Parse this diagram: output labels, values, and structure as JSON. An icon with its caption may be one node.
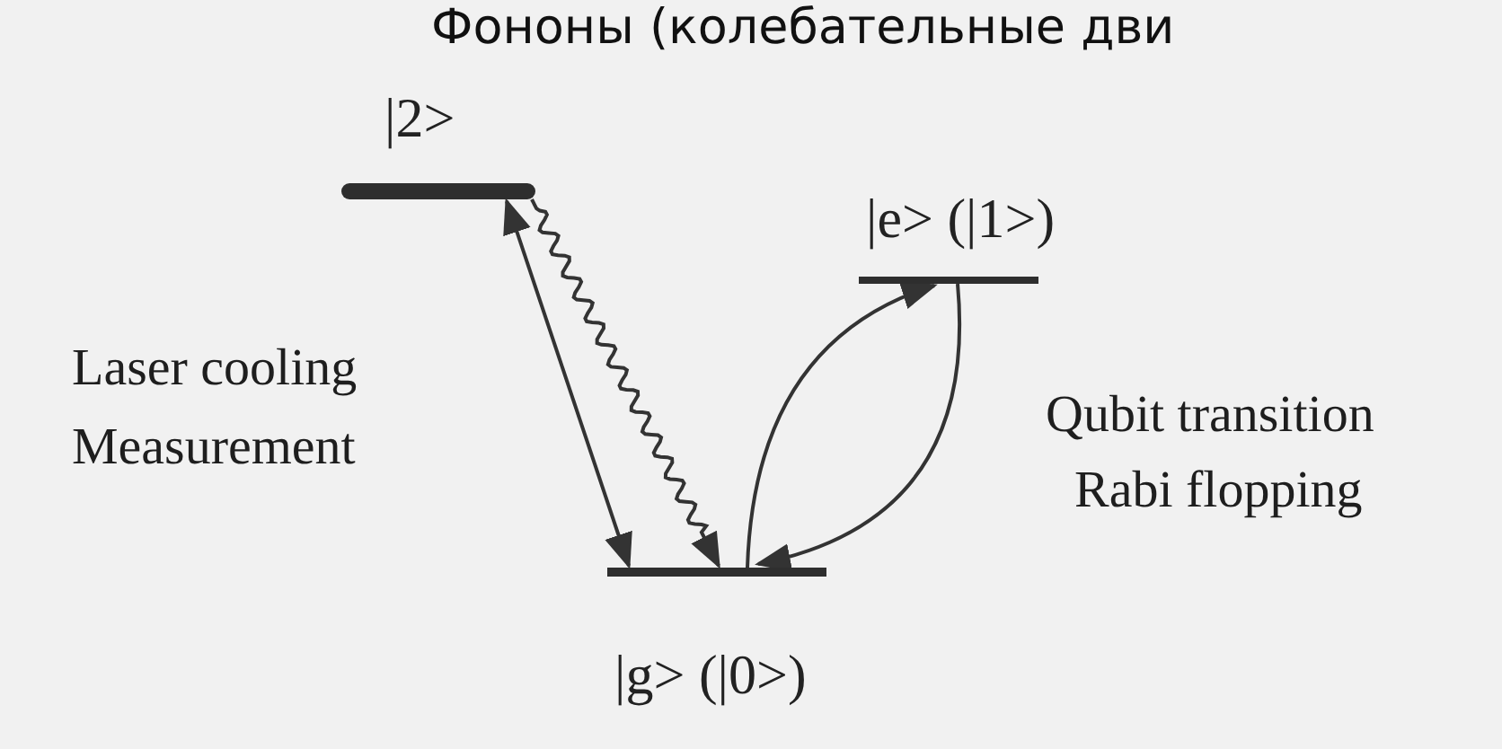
{
  "diagram": {
    "title": "Фононы (колебательные дви",
    "nodes": [
      {
        "text": [
          "|2>"
        ]
      },
      {
        "text": [
          "|e>  (|1>)"
        ]
      },
      {
        "text": [
          "|g>  (|0>)"
        ]
      }
    ],
    "edges": [
      {
        "from": 0,
        "to": 2,
        "arrow": "both"
      },
      {
        "from": 0,
        "to": 2,
        "arrow": "to"
      },
      {
        "from": 2,
        "to": 1,
        "arrow": "to"
      },
      {
        "from": 1,
        "to": 2,
        "arrow": "to"
      }
    ],
    "labels": [
      "Laser cooling",
      "Measurement",
      "Qubit transition",
      "Rabi flopping"
    ]
  }
}
